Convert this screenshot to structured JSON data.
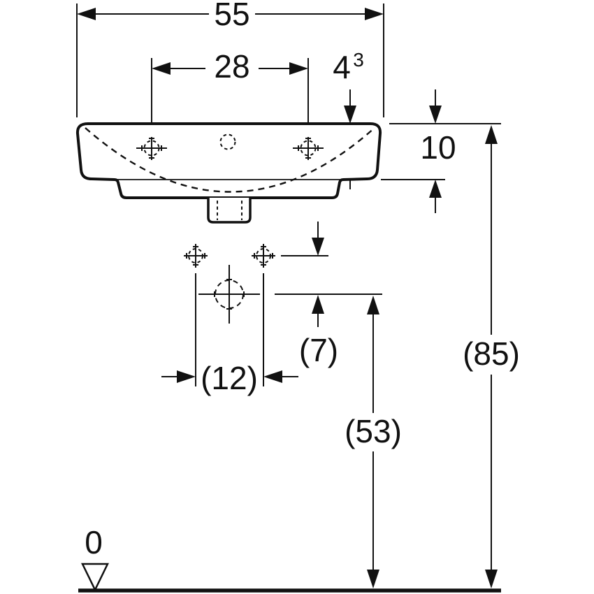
{
  "drawing": {
    "type": "technical-dimension-drawing",
    "subject": "washbasin front elevation with tap holes, fixing holes and drain position",
    "background_color": "#ffffff",
    "line_color": "#111111",
    "labels": {
      "overall_width": "55",
      "tap_hole_spacing": "28",
      "tap_offset_value": "4",
      "tap_offset_sup": "3",
      "rim_height": "10",
      "overall_height": "(85)",
      "fixing_to_drain_drop": "(7)",
      "fixing_hole_spacing": "(12)",
      "drain_height": "(53)",
      "datum_level": "0"
    }
  }
}
